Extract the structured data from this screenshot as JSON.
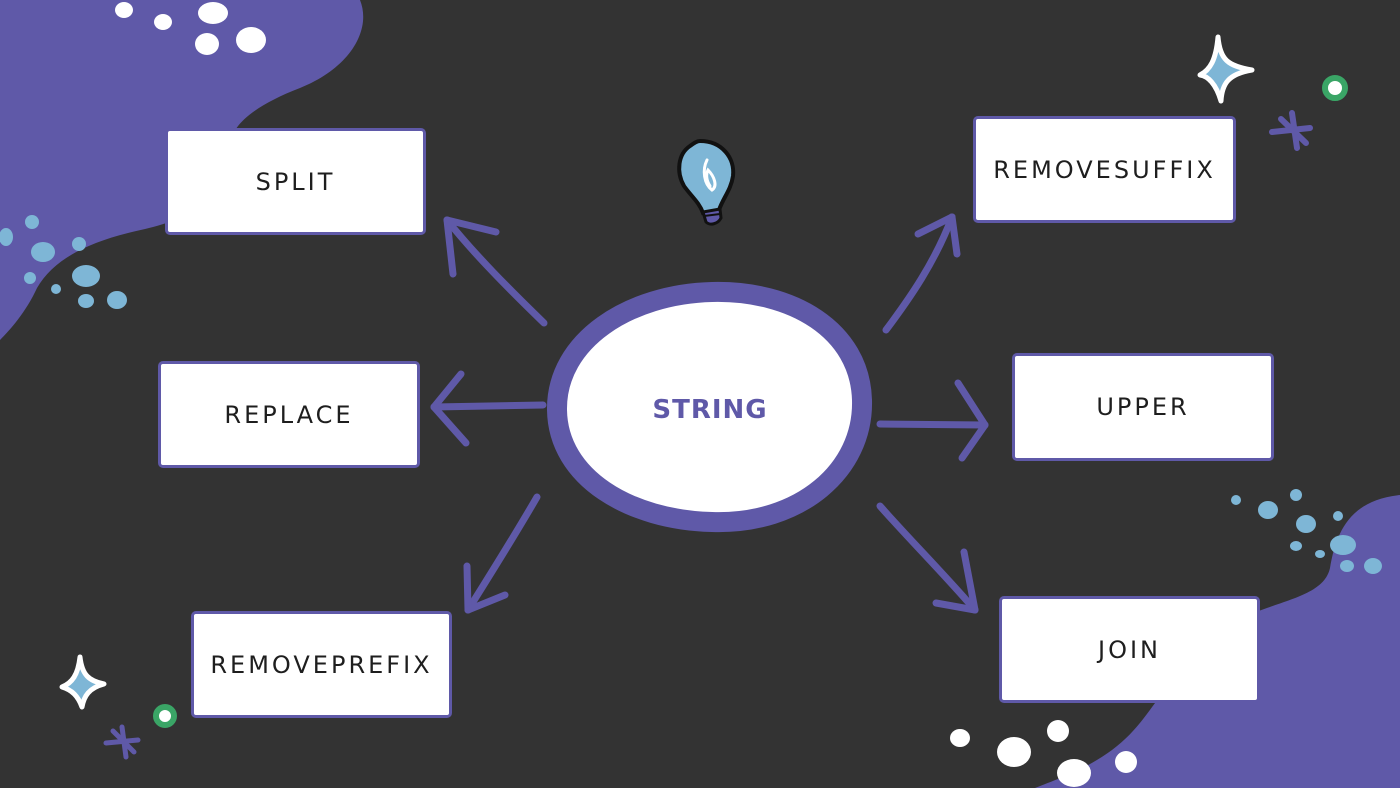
{
  "colors": {
    "background": "#333333",
    "accent": "#5f59a8",
    "box_fill": "#ffffff",
    "text_dark": "#1e1e1e",
    "bubble_blue": "#7eb6d6",
    "sparkle_green": "#3aa566"
  },
  "center": {
    "label": "STRING"
  },
  "methods": [
    {
      "id": "split",
      "label": "SPLIT"
    },
    {
      "id": "replace",
      "label": "REPLACE"
    },
    {
      "id": "removeprefix",
      "label": "REMOVEPREFIX"
    },
    {
      "id": "removesuffix",
      "label": "REMOVESUFFIX"
    },
    {
      "id": "upper",
      "label": "UPPER"
    },
    {
      "id": "join",
      "label": "JOIN"
    }
  ],
  "icons": [
    "lightbulb-icon",
    "sparkle-icon",
    "asterisk-icon",
    "ring-icon"
  ]
}
